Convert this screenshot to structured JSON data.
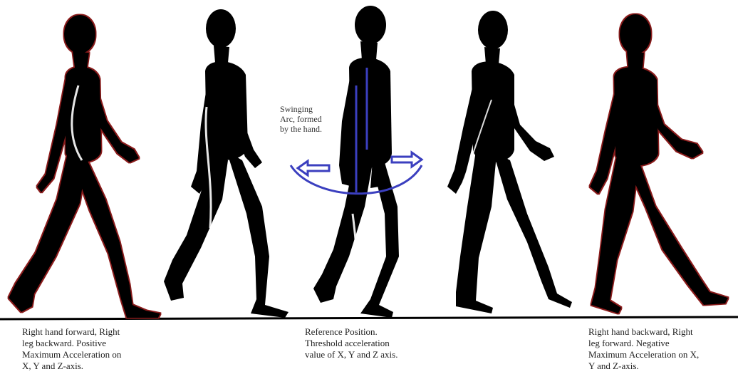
{
  "captions": {
    "left": "Right hand forward, Right\nleg backward. Positive\nMaximum Acceleration on\nX, Y and Z-axis.",
    "center": "Reference Position.\nThreshold acceleration\nvalue of X, Y and Z axis.",
    "right": "Right hand backward, Right\nleg forward. Negative\nMaximum Acceleration on X,\nY and Z-axis."
  },
  "annotation": {
    "swing_arc": "Swinging\nArc, formed\nby the hand."
  },
  "colors": {
    "silhouette": "#000000",
    "arc": "#3b3fbf",
    "outline_glow": "#8a1a1a",
    "ground": "#000000"
  },
  "icons": [
    "walking-figure",
    "swing-arc",
    "arrow-left-icon",
    "arrow-right-icon"
  ]
}
